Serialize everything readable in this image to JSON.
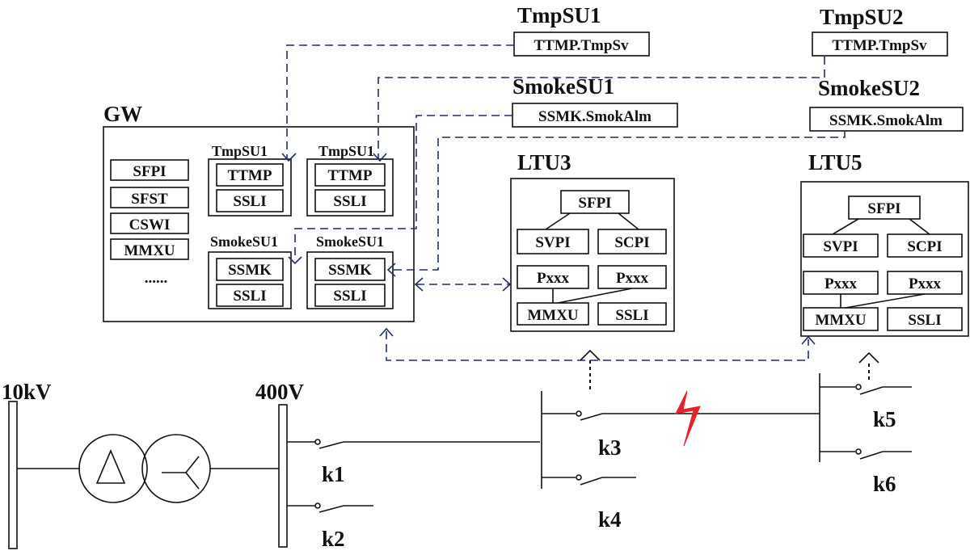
{
  "labels": {
    "tmpsu1_top": "TmpSU1",
    "tmpsu2_top": "TmpSU2",
    "smokesu1_top": "SmokeSU1",
    "smokesu2_top": "SmokeSU2",
    "tmpsu1_dev": "TTMP.TmpSv",
    "tmpsu2_dev": "TTMP.TmpSv",
    "smokesu1_dev": "SSMK.SmokAlm",
    "smokesu2_dev": "SSMK.SmokAlm",
    "gw": "GW",
    "ltu3": "LTU3",
    "ltu5": "LTU5",
    "v10k": "10kV",
    "v400": "400V",
    "k1": "k1",
    "k2": "k2",
    "k3": "k3",
    "k4": "k4",
    "k5": "k5",
    "k6": "k6"
  },
  "gw": {
    "left_nodes": [
      "SFPI",
      "SFST",
      "CSWI",
      "MMXU"
    ],
    "ellipsis": "......",
    "groups": [
      {
        "title": "TmpSU1",
        "top": "TTMP",
        "bottom": "SSLI"
      },
      {
        "title": "TmpSU1",
        "top": "TTMP",
        "bottom": "SSLI"
      },
      {
        "title": "SmokeSU1",
        "top": "SSMK",
        "bottom": "SSLI"
      },
      {
        "title": "SmokeSU1",
        "top": "SSMK",
        "bottom": "SSLI"
      }
    ]
  },
  "ltu3": {
    "sfpi": "SFPI",
    "svpi": "SVPI",
    "scpi": "SCPI",
    "p1": "Pxxx",
    "p2": "Pxxx",
    "mmxu": "MMXU",
    "ssli": "SSLI"
  },
  "ltu5": {
    "sfpi": "SFPI",
    "svpi": "SVPI",
    "scpi": "SCPI",
    "p1": "Pxxx",
    "p2": "Pxxx",
    "mmxu": "MMXU",
    "ssli": "SSLI"
  },
  "colors": {
    "fault": "#e8202a",
    "dashed_link": "#1e2f63",
    "line": "#111111"
  }
}
